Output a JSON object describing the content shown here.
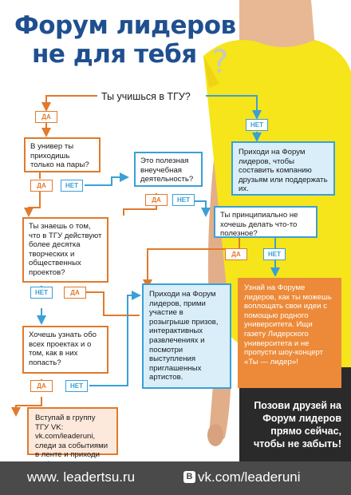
{
  "title": {
    "line1": "Форум лидеров",
    "line2": "не для тебя",
    "mark": "?"
  },
  "main_question": "Ты учишься в ТГУ?",
  "tags": {
    "yes": "ДА",
    "no": "НЕТ"
  },
  "questions": {
    "only_classes": "В универ ты приходишь только на пары?",
    "useful_activity": "Это полезная внеучебная деятельность?",
    "principle": "Ты принципиально не хочешь делать что-то полезное?",
    "know_projects": "Ты знаешь о том, что в ТГУ действуют более десятка творческих и общественных проектов?",
    "want_to_know": "Хочешь узнать обо всех проектах и о том, как в них попасть?"
  },
  "answers": {
    "friends": "Приходи на Форум лидеров, чтобы составить компанию друзьям или поддержать их.",
    "prizes": "Приходи на Форум лидеров, прими участие в розыгрыше призов, интерактивных развлечениях и посмотри выступления приглашенных артистов.",
    "ideas": "Узнай на Форуме лидеров, как ты можешь воплощать свои идеи с помощью родного университета. Ищи газету Лидерского университета и не пропусти шоу-концерт «Ты — лидер»!",
    "vk_group": "Вступай в группу ТГУ VK: vk.com/leaderuni, следи за событиями в ленте и приходи на Форум лидеров."
  },
  "cta": "Позови друзей на Форум лидеров прямо сейчас, чтобы не забыть!",
  "footer": {
    "site": "www. leadertsu.ru",
    "vk_badge": "В",
    "vk": "vk.com/leaderuni"
  },
  "colors": {
    "title_blue": "#1f4f8f",
    "orange": "#e07a2c",
    "blue": "#3aa0d6",
    "shirt_yellow": "#f5e51a",
    "footer_gray": "#4a4a4a"
  }
}
